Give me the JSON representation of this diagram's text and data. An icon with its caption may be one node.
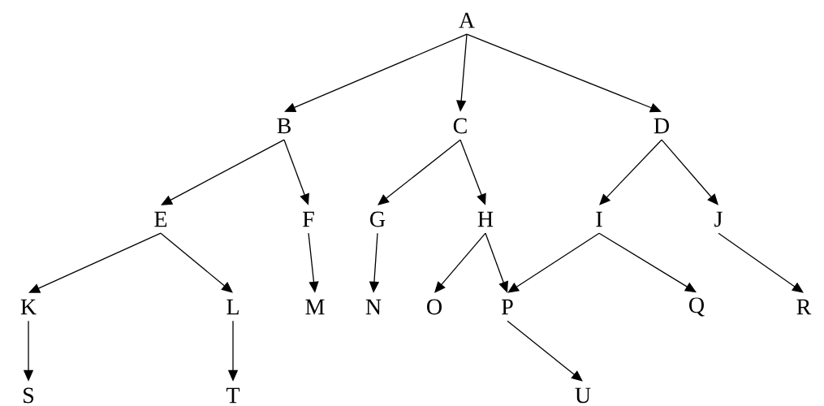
{
  "diagram": {
    "nodes": [
      {
        "text": [
          "A"
        ]
      },
      {
        "text": [
          "B"
        ]
      },
      {
        "text": [
          "C"
        ]
      },
      {
        "text": [
          "D"
        ]
      },
      {
        "text": [
          "E"
        ]
      },
      {
        "text": [
          "F"
        ]
      },
      {
        "text": [
          "G"
        ]
      },
      {
        "text": [
          "H"
        ]
      },
      {
        "text": [
          "I"
        ]
      },
      {
        "text": [
          "J"
        ]
      },
      {
        "text": [
          "K"
        ]
      },
      {
        "text": [
          "L"
        ]
      },
      {
        "text": [
          "M"
        ]
      },
      {
        "text": [
          "N"
        ]
      },
      {
        "text": [
          "O"
        ]
      },
      {
        "text": [
          "P"
        ]
      },
      {
        "text": [
          "Q"
        ]
      },
      {
        "text": [
          "R"
        ]
      },
      {
        "text": [
          "S"
        ]
      },
      {
        "text": [
          "T"
        ]
      },
      {
        "text": [
          "U"
        ]
      }
    ],
    "edges": [
      {
        "from": 0,
        "to": 1,
        "arrow": "to"
      },
      {
        "from": 0,
        "to": 2,
        "arrow": "to"
      },
      {
        "from": 0,
        "to": 3,
        "arrow": "to"
      },
      {
        "from": 1,
        "to": 4,
        "arrow": "to"
      },
      {
        "from": 1,
        "to": 5,
        "arrow": "to"
      },
      {
        "from": 2,
        "to": 6,
        "arrow": "to"
      },
      {
        "from": 2,
        "to": 7,
        "arrow": "to"
      },
      {
        "from": 3,
        "to": 8,
        "arrow": "to"
      },
      {
        "from": 3,
        "to": 9,
        "arrow": "to"
      },
      {
        "from": 4,
        "to": 10,
        "arrow": "to"
      },
      {
        "from": 4,
        "to": 11,
        "arrow": "to"
      },
      {
        "from": 5,
        "to": 12,
        "arrow": "to"
      },
      {
        "from": 6,
        "to": 13,
        "arrow": "to"
      },
      {
        "from": 7,
        "to": 14,
        "arrow": "to"
      },
      {
        "from": 7,
        "to": 15,
        "arrow": "to"
      },
      {
        "from": 8,
        "to": 15,
        "arrow": "to"
      },
      {
        "from": 8,
        "to": 16,
        "arrow": "to"
      },
      {
        "from": 9,
        "to": 17,
        "arrow": "to"
      },
      {
        "from": 10,
        "to": 18,
        "arrow": "to"
      },
      {
        "from": 11,
        "to": 19,
        "arrow": "to"
      },
      {
        "from": 15,
        "to": 20,
        "arrow": "to"
      }
    ]
  }
}
